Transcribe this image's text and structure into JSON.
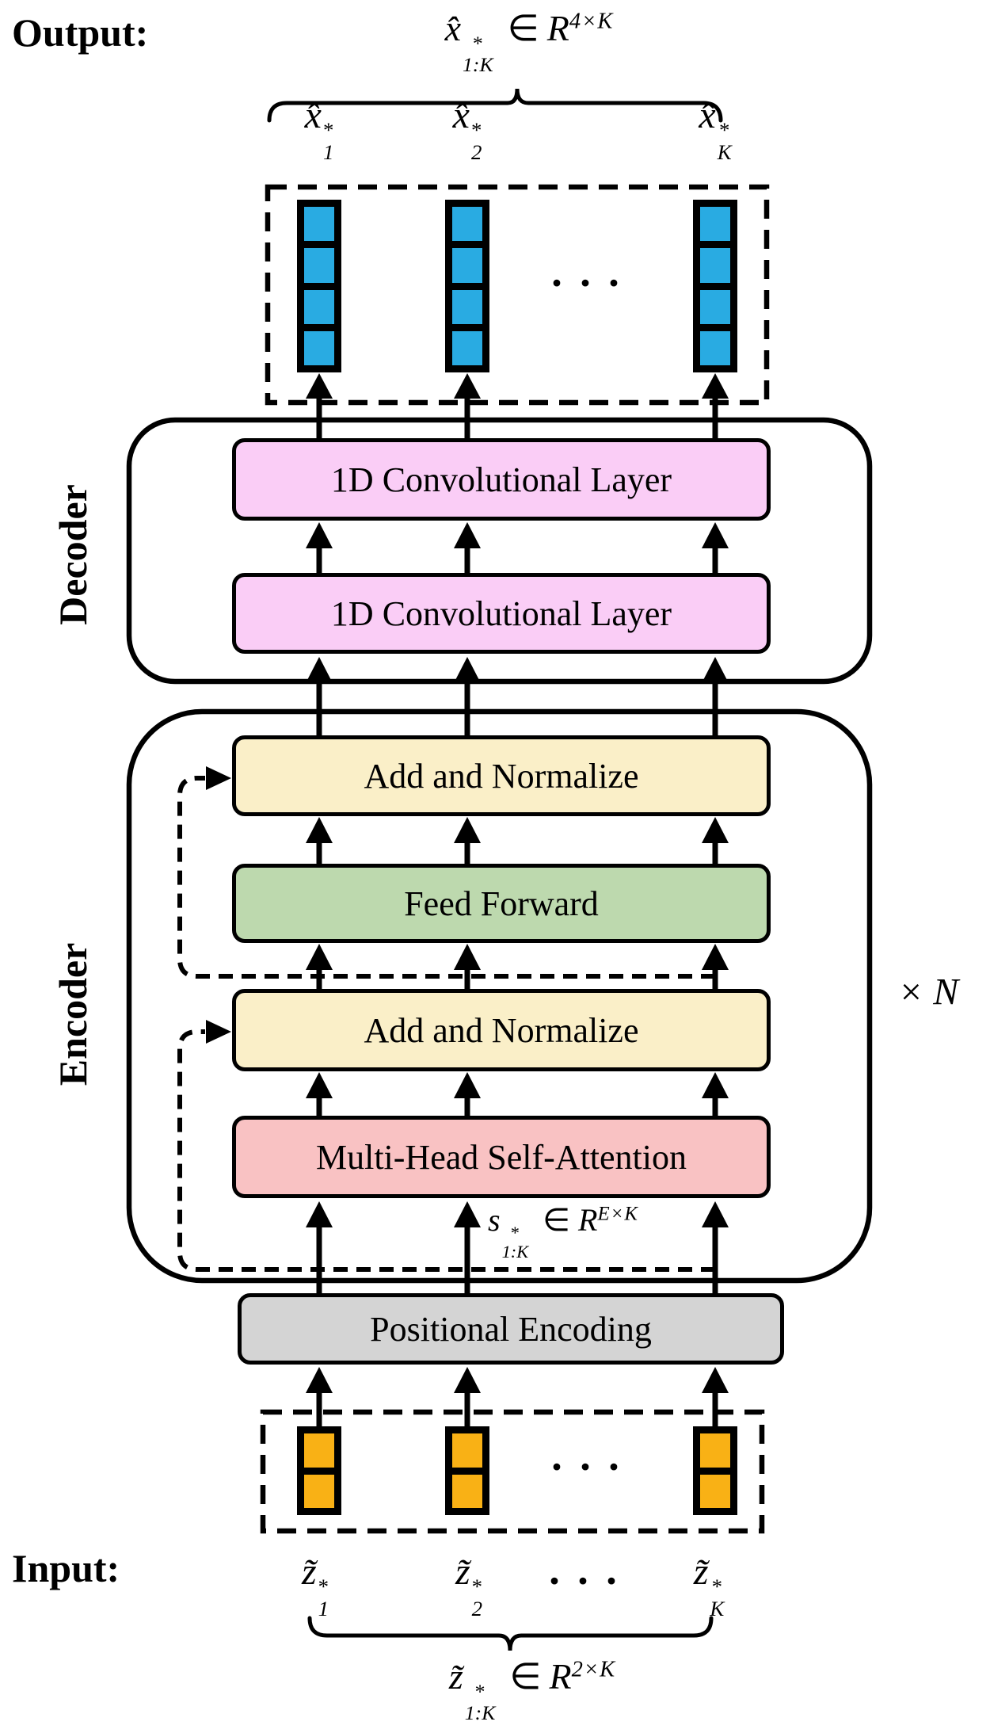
{
  "output": {
    "label": "Output:",
    "formula": {
      "base": "x̂",
      "star": "*",
      "sub": "1:K",
      "mid": "∈",
      "set": "R",
      "exp": "4×K"
    },
    "cols": [
      {
        "base": "x̂",
        "star": "*",
        "sub": "1"
      },
      {
        "base": "x̂",
        "star": "*",
        "sub": "2"
      },
      {
        "base": "x̂",
        "star": "*",
        "sub": "K"
      }
    ]
  },
  "decoder": {
    "label": "Decoder",
    "conv1": "1D Convolutional Layer",
    "conv2": "1D Convolutional Layer"
  },
  "encoder": {
    "label": "Encoder",
    "repeat": "× N",
    "add_norm_top": "Add and Normalize",
    "feed_forward": "Feed Forward",
    "add_norm_bottom": "Add and Normalize",
    "attention": "Multi-Head Self-Attention",
    "state": {
      "base": "s",
      "star": "*",
      "sub": "1:K",
      "mid": "∈",
      "set": "R",
      "exp": "E×K"
    }
  },
  "positional_encoding": {
    "label": "Positional Encoding"
  },
  "input": {
    "label": "Input:",
    "cols": [
      {
        "base": "z̃",
        "star": "*",
        "sub": "1"
      },
      {
        "base": "z̃",
        "star": "*",
        "sub": "2"
      },
      {
        "base": "z̃",
        "star": "*",
        "sub": "K"
      }
    ],
    "formula": {
      "base": "z̃",
      "star": "*",
      "sub": "1:K",
      "mid": "∈",
      "set": "R",
      "exp": "2×K"
    }
  },
  "misc": {
    "dots": "···"
  },
  "colors": {
    "blue": "#29ABE2",
    "orange": "#F9B115",
    "pink": "#FACDF6",
    "yellow": "#FAEFC8",
    "green": "#BDD9AE",
    "red": "#F9C2C3",
    "gray": "#D4D4D4"
  }
}
